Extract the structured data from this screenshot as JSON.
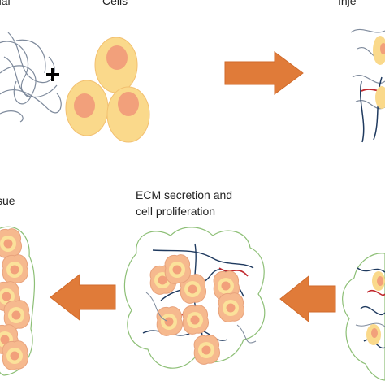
{
  "labels": {
    "material": "rial",
    "cells": "Cells",
    "inject": "Inje",
    "tissue": "sue",
    "ecm_line1": "ECM secretion and",
    "ecm_line2": "cell proliferation"
  },
  "plus_symbol": "+",
  "colors": {
    "arrow": "#E07B39",
    "cell_body": "#FAD98B",
    "cell_nucleus": "#F2A07B",
    "fiber_gray": "#7E8A9C",
    "fiber_blue": "#1F3A5F",
    "fiber_red": "#C0282E",
    "outline_green": "#8DBF76"
  },
  "icons": [
    "plus-icon",
    "arrow-right-icon",
    "arrow-left-icon"
  ]
}
